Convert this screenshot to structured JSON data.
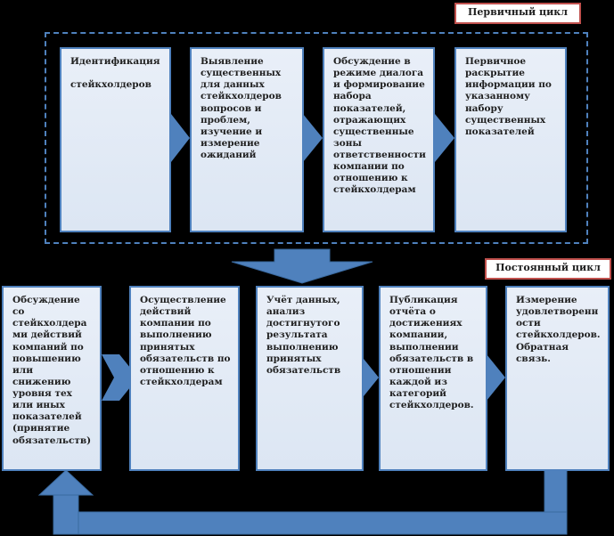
{
  "labels": {
    "primary_cycle": "Первичный цикл",
    "permanent_cycle": "Постоянный цикл"
  },
  "primary_steps": [
    "Идентификация\n\nстейкхолдеров",
    "Выявление существенных для данных стейкхолдеров вопросов и проблем, изучение и измерение ожиданий",
    "Обсуждение в режиме диалога и формирование набора показателей, отражающих существенные зоны ответственности компании по отношению к стейкхолдерам",
    "Первичное раскрытие информации по указанному набору существенных показателей"
  ],
  "permanent_steps": [
    "Обсуждение со стейкхолдерами действий компаний по повышению или снижению уровня тех или иных показателей (принятие обязательств)",
    "Осуществление действий компании по выполнению принятых обязательств по отношению к стейкхолдерам",
    "Учёт данных, анализ достигнутого результата выполнению принятых обязательств",
    "Публикация отчёта о достижениях компании, выполнении обязательств в отношении каждой из категорий стейкхолдеров.",
    "Измерение удовлетворенности стейкхолдеров. Обратная связь."
  ],
  "colors": {
    "box_fill": "#dce6f3",
    "box_border": "#4f81bd",
    "arrow_fill": "#4f81bd",
    "label_border": "#c0504d",
    "background": "#000000"
  }
}
